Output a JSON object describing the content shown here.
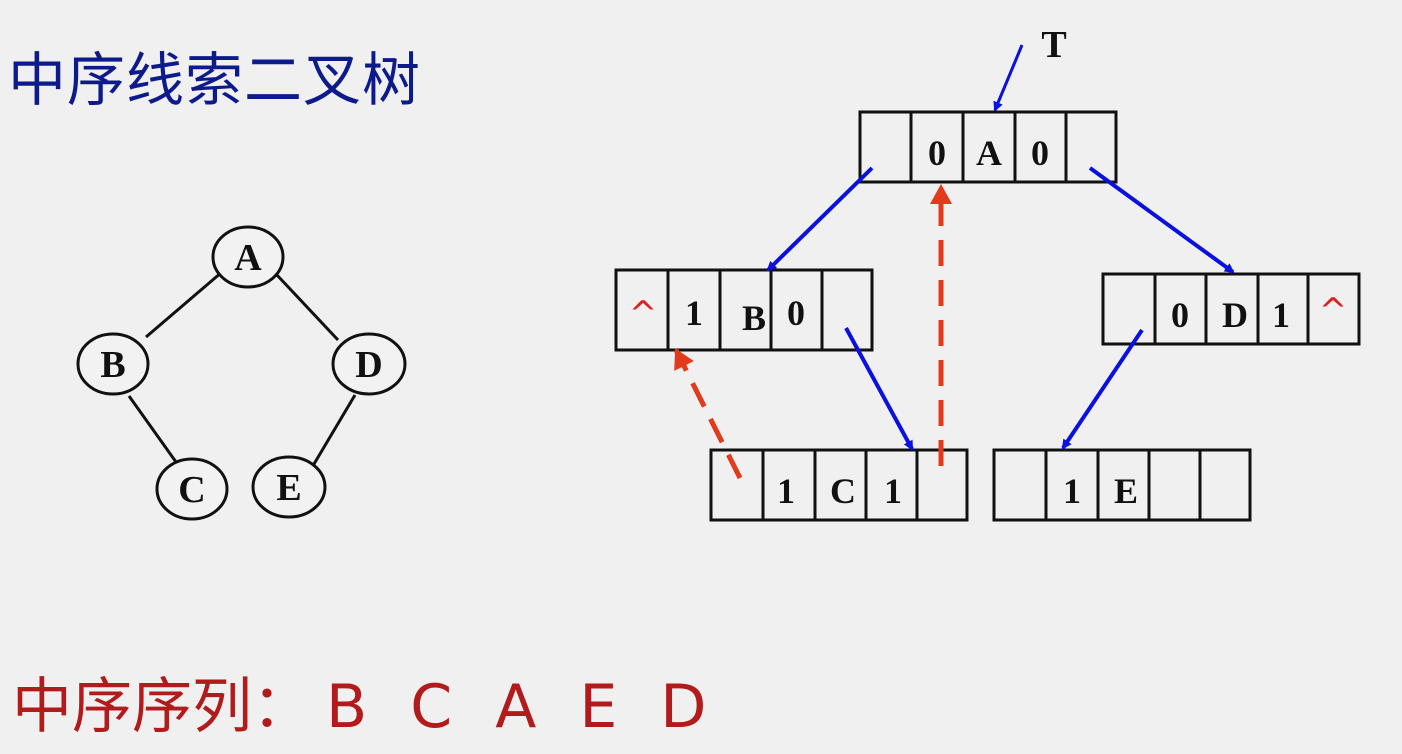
{
  "title": "中序线索二叉树",
  "inorder": {
    "label": "中序序列：",
    "sequence": "B C A E D"
  },
  "colors": {
    "title": "#0d1a8c",
    "inorder": "#b11b1b",
    "pointer": "#0a10e0",
    "thread": "#e43a1c",
    "nil": "#e02020",
    "stroke": "#111111",
    "node_fill": "#f2f2f2"
  },
  "tree": {
    "nodes": [
      {
        "id": "A",
        "label": "A"
      },
      {
        "id": "B",
        "label": "B"
      },
      {
        "id": "D",
        "label": "D"
      },
      {
        "id": "C",
        "label": "C"
      },
      {
        "id": "E",
        "label": "E"
      }
    ],
    "edges": [
      [
        "A",
        "B"
      ],
      [
        "A",
        "D"
      ],
      [
        "B",
        "C"
      ],
      [
        "D",
        "E"
      ]
    ]
  },
  "root_label": "T",
  "records": [
    {
      "id": "A",
      "cells": [
        "",
        "0",
        "A",
        "0",
        ""
      ]
    },
    {
      "id": "B",
      "cells": [
        "^",
        "1",
        "B",
        "0",
        ""
      ]
    },
    {
      "id": "D",
      "cells": [
        "",
        "0",
        "D",
        "1",
        "^"
      ]
    },
    {
      "id": "C",
      "cells": [
        "",
        "1",
        "C",
        "1",
        ""
      ]
    },
    {
      "id": "E",
      "cells": [
        "",
        "1",
        "E",
        "",
        ""
      ]
    }
  ],
  "pointers": [
    {
      "from": "A",
      "to": "B",
      "kind": "child"
    },
    {
      "from": "A",
      "to": "D",
      "kind": "child"
    },
    {
      "from": "B",
      "to": "C",
      "kind": "child"
    },
    {
      "from": "D",
      "to": "E",
      "kind": "child"
    },
    {
      "from": "C",
      "to": "B",
      "kind": "thread"
    },
    {
      "from": "C",
      "to": "A",
      "kind": "thread"
    }
  ]
}
